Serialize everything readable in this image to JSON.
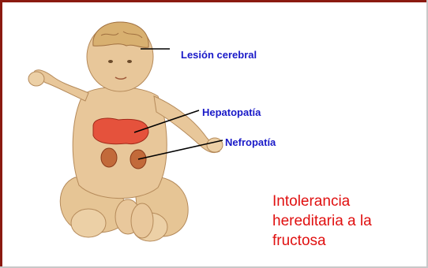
{
  "labels": {
    "brain": "Lesión cerebral",
    "liver": "Hepatopatía",
    "kidney": "Nefropatía"
  },
  "title": {
    "line1": "Intolerancia",
    "line2": "hereditaria a la",
    "line3": "fructosa"
  },
  "colors": {
    "frame": "#8b1a10",
    "labels": "#1a1ac8",
    "title": "#e01010",
    "skin": "#e8c79a",
    "organ": "#e5523c"
  }
}
